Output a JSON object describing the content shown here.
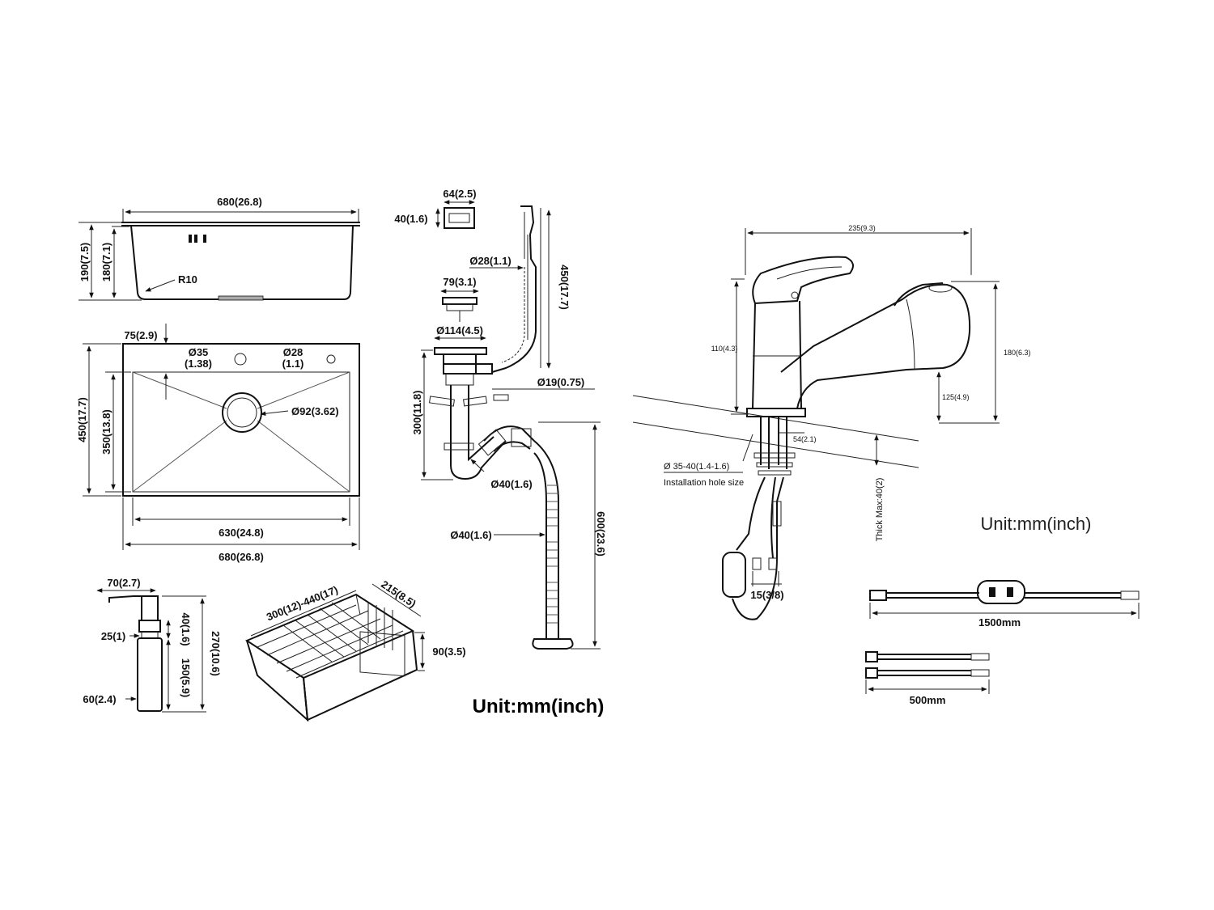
{
  "sink": {
    "side_width": "680(26.8)",
    "side_height_total": "190(7.5)",
    "side_height_inner": "180(7.1)",
    "corner_radius": "R10",
    "top_offset": "75(2.9)",
    "hole_left_label_1": "Ø35",
    "hole_left_label_2": "(1.38)",
    "hole_right_label_1": "Ø28",
    "hole_right_label_2": "(1.1)",
    "drain_diameter": "Ø92(3.62)",
    "outer_height": "450(17.7)",
    "inner_height": "350(13.8)",
    "inner_width": "630(24.8)",
    "outer_width": "680(26.8)"
  },
  "overflow": {
    "cap_width": "64(2.5)",
    "cap_height": "40(1.6)",
    "hose_diameter": "Ø28(1.1)",
    "hose_length": "450(17.7)",
    "strainer_width": "79(3.1)",
    "flange_diameter": "Ø114(4.5)",
    "overflow_pipe": "Ø19(0.75)",
    "drain_height": "300(11.8)",
    "trap_diameter": "Ø40(1.6)",
    "outlet_diameter": "Ø40(1.6)",
    "outlet_length": "600(23.6)"
  },
  "dispenser": {
    "nozzle": "70(2.7)",
    "neck": "25(1)",
    "head": "40(1.6)",
    "body": "150(5.9)",
    "total": "270(10.6)",
    "bottle_width": "60(2.4)"
  },
  "basket": {
    "length": "300(12)-440(17)",
    "width": "215(8.5)",
    "height": "90(3.5)"
  },
  "faucet": {
    "reach": "235(9.3)",
    "spout_height": "110(4.3)",
    "total_height": "180(6.3)",
    "head_height": "125(4.9)",
    "base": "54(2.1)",
    "hole_size": "Ø 35-40(1.4-1.6)",
    "hole_caption": "Installation hole size",
    "thickness": "Thick Max:40(2)",
    "connector": "15(3/8)"
  },
  "hoses": {
    "long": "1500mm",
    "short": "500mm"
  },
  "units": {
    "left": "Unit:mm(inch)",
    "right": "Unit:mm(inch)"
  }
}
